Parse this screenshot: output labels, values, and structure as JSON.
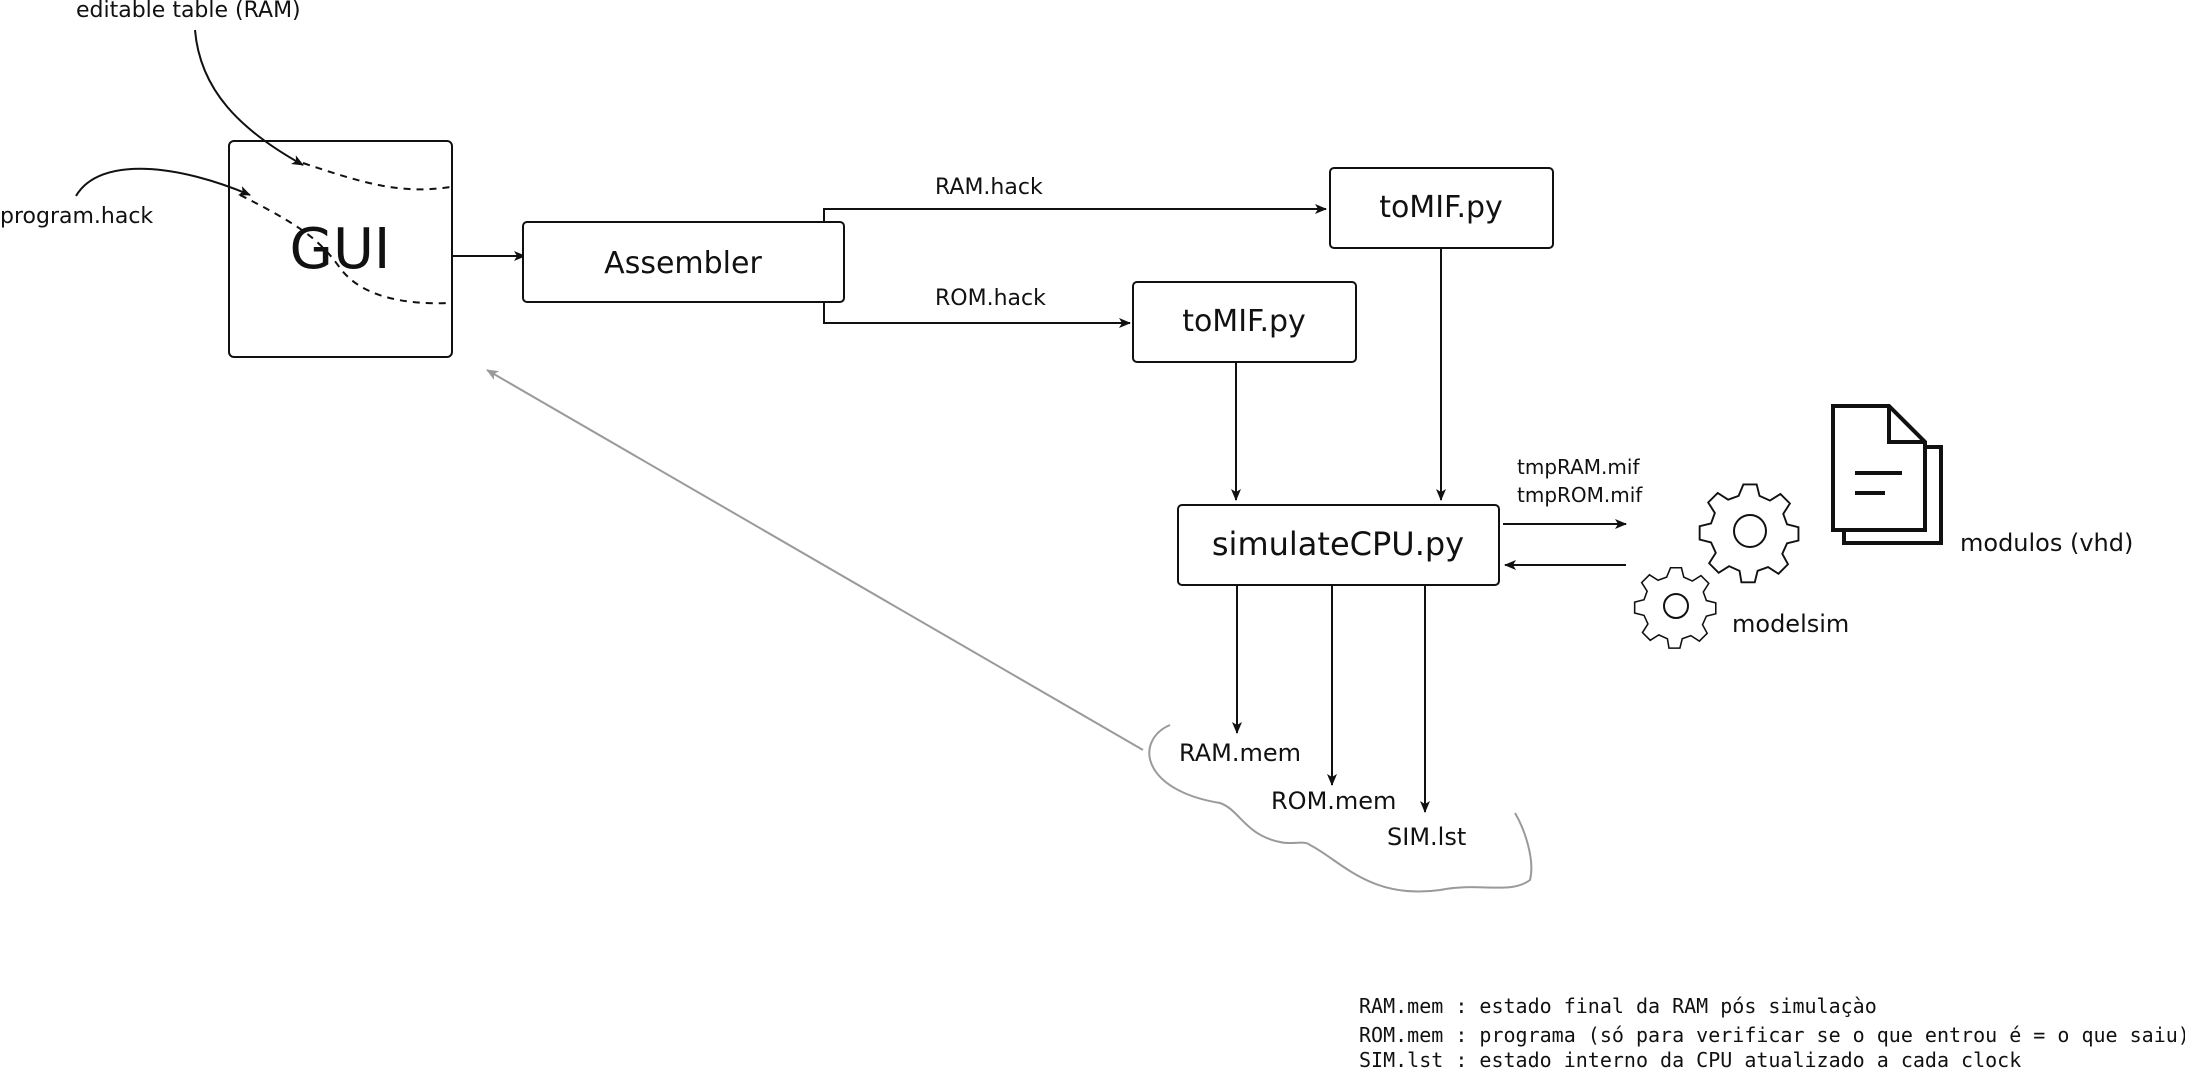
{
  "labels": {
    "editable_table": "editable table (RAM)",
    "program_hack": "program.hack",
    "ram_hack": "RAM.hack",
    "rom_hack": "ROM.hack",
    "tmp_ram": "tmpRAM.mif",
    "tmp_rom": "tmpROM.mif",
    "modelsim": "modelsim",
    "modulos": "modulos (vhd)",
    "ram_mem": "RAM.mem",
    "rom_mem": "ROM.mem",
    "sim_lst": "SIM.lst"
  },
  "boxes": {
    "gui": "GUI",
    "assembler": "Assembler",
    "tomif_ram": "toMIF.py",
    "tomif_rom": "toMIF.py",
    "simulate": "simulateCPU.py"
  },
  "legend": [
    "RAM.mem : estado final da RAM pós simulaçào",
    "ROM.mem : programa (só para verificar se o que entrou é = o que saiu)",
    "SIM.lst : estado interno da CPU atualizado a cada clock"
  ],
  "icons": [
    "gear-icon",
    "document-icon"
  ]
}
